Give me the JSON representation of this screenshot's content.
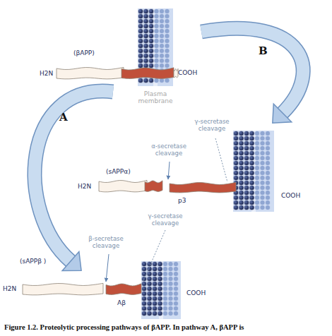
{
  "diagram": {
    "caption": "Figure 1.2. Proteolytic processing pathways of βAPP. In pathway A, βAPP is",
    "labels": [
      "(βAPP)",
      "H2N",
      "COOH",
      "Plasma membrane",
      "B",
      "A",
      "γ-secretase cleavage",
      "α-secretase cleavage",
      "(sAPPα)",
      "H2N",
      "p3",
      "COOH",
      "γ-secretase cleavage",
      "β-secretase cleavage",
      "(sAPPβ )",
      "H2N",
      "Aβ",
      "COOH"
    ]
  }
}
